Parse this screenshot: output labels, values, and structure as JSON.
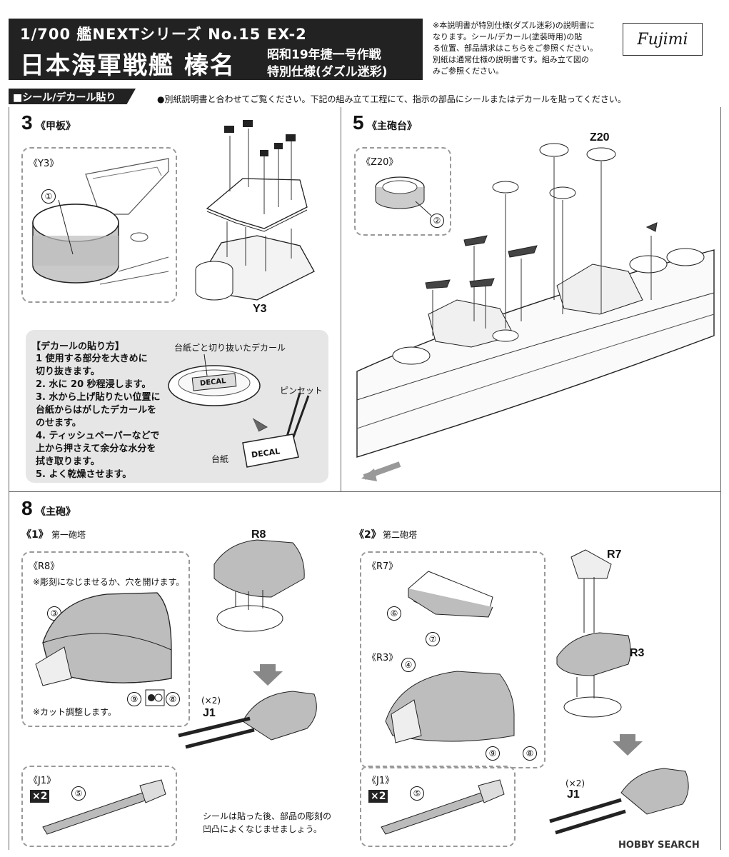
{
  "header": {
    "series": "1/700 艦NEXTシリーズ No.15 EX-2",
    "title": "日本海軍戦艦 榛名",
    "subtitle_line1": "昭和19年捷一号作戦",
    "subtitle_line2": "特別仕様(ダズル迷彩)",
    "note_lines": [
      "※本説明書が特別仕様(ダズル迷彩)の説明書に",
      "なります。シール/デカール(塗装時用)の貼",
      "る位置、部品請求はこちらをご参照ください。",
      "別紙は通常仕様の説明書です。組み立て図の",
      "みご参照ください。"
    ],
    "logo": "Fujimi"
  },
  "section": {
    "title": "■シール/デカール貼り",
    "intro": "●別紙説明書と合わせてご覧ください。下記の組み立て工程にて、指示の部品にシールまたはデカールを貼ってください。"
  },
  "step3": {
    "number": "3",
    "label": "《甲板》",
    "inset_label": "《Y3》",
    "callout": "①",
    "part_label": "Y3"
  },
  "decal_howto": {
    "title": "【デカールの貼り方】",
    "steps": [
      "1 使用する部分を大きめに",
      "切り抜きます。",
      "2. 水に 20 秒程浸します。",
      "3. 水から上げ貼りたい位置に",
      "台紙からはがしたデカールを",
      "のせます。",
      "4. ティッシュペーパーなどで",
      "上から押さえて余分な水分を",
      "拭き取ります。",
      "5. よく乾燥させます。"
    ],
    "dish_caption": "台紙ごと切り抜いたデカール",
    "tweezers": "ピンセット",
    "backing": "台紙",
    "decal_word": "DECAL"
  },
  "step5": {
    "number": "5",
    "label": "《主砲台》",
    "inset_label": "《Z20》",
    "callout": "②",
    "part_label": "Z20"
  },
  "step8": {
    "number": "8",
    "label": "《主砲》",
    "sub1": {
      "num": "《1》",
      "name": "第一砲塔"
    },
    "sub2": {
      "num": "《2》",
      "name": "第二砲塔"
    },
    "r8_inset": "《R8》",
    "r8_note": "※彫刻になじませるか、穴を開けます。",
    "cut_note": "※カット調整します。",
    "c3": "③",
    "c9": "⑨",
    "c8": "⑧",
    "c4": "④",
    "c5": "⑤",
    "c6": "⑥",
    "c7": "⑦",
    "r8": "R8",
    "r7": "R7",
    "r3": "R3",
    "j1": "J1",
    "x2": "(×2)",
    "r7_inset": "《R7》",
    "r3_inset": "《R3》",
    "j1_inset": "《J1》",
    "x2_badge": "×2",
    "final_note_1": "シールは貼った後、部品の彫刻の",
    "final_note_2": "凹凸によくなじませましょう。"
  },
  "watermark": "HOBBY SEARCH"
}
